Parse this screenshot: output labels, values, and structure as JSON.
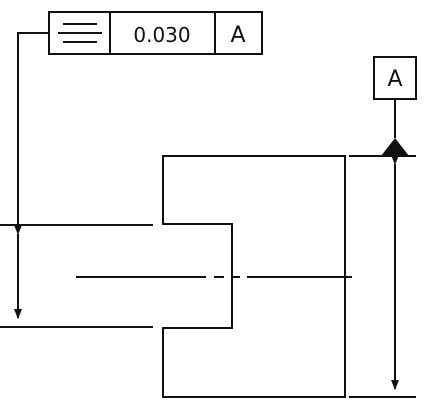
{
  "feature_control_frame": {
    "symbol_icon": "symmetry-icon",
    "tolerance": "0.030",
    "datum_reference": "A"
  },
  "datum_feature": {
    "label": "A",
    "symbol_icon": "datum-triangle-icon"
  },
  "colors": {
    "line": "#111111",
    "background": "#ffffff"
  }
}
